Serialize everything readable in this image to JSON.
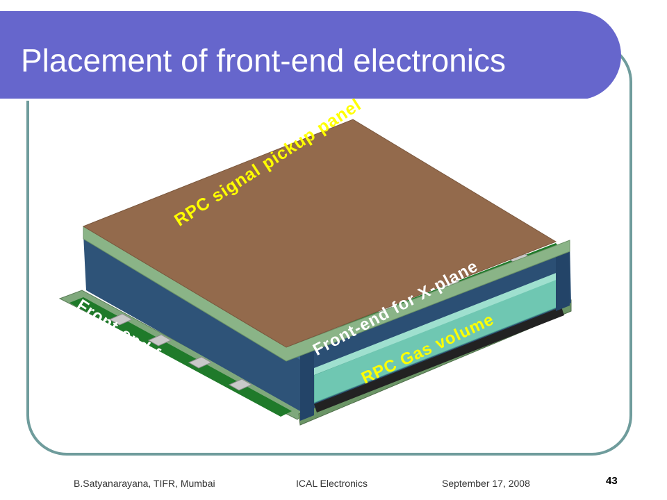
{
  "slide": {
    "title": "Placement of front-end electronics",
    "labels": {
      "pickup_panel": "RPC signal pickup panel",
      "front_end_x": "Front-end for X-plane",
      "front_end_y": "Front-end for Y-plane",
      "gas_volume": "RPC Gas volume"
    },
    "footer": {
      "author": "B.Satyanarayana, TIFR, Mumbai",
      "event": "ICAL Electronics",
      "date": "September 17, 2008",
      "page_number": "43"
    }
  },
  "colors": {
    "title_bar": "#6666cc",
    "frame_border": "#6f9c9c",
    "label_yellow": "#ffff00",
    "label_white": "#ffffff",
    "panel_brown": "#936a4c",
    "panel_green": "#8ab487",
    "blue_side": "#2e5378",
    "pcb_green": "#1f7a2a"
  }
}
